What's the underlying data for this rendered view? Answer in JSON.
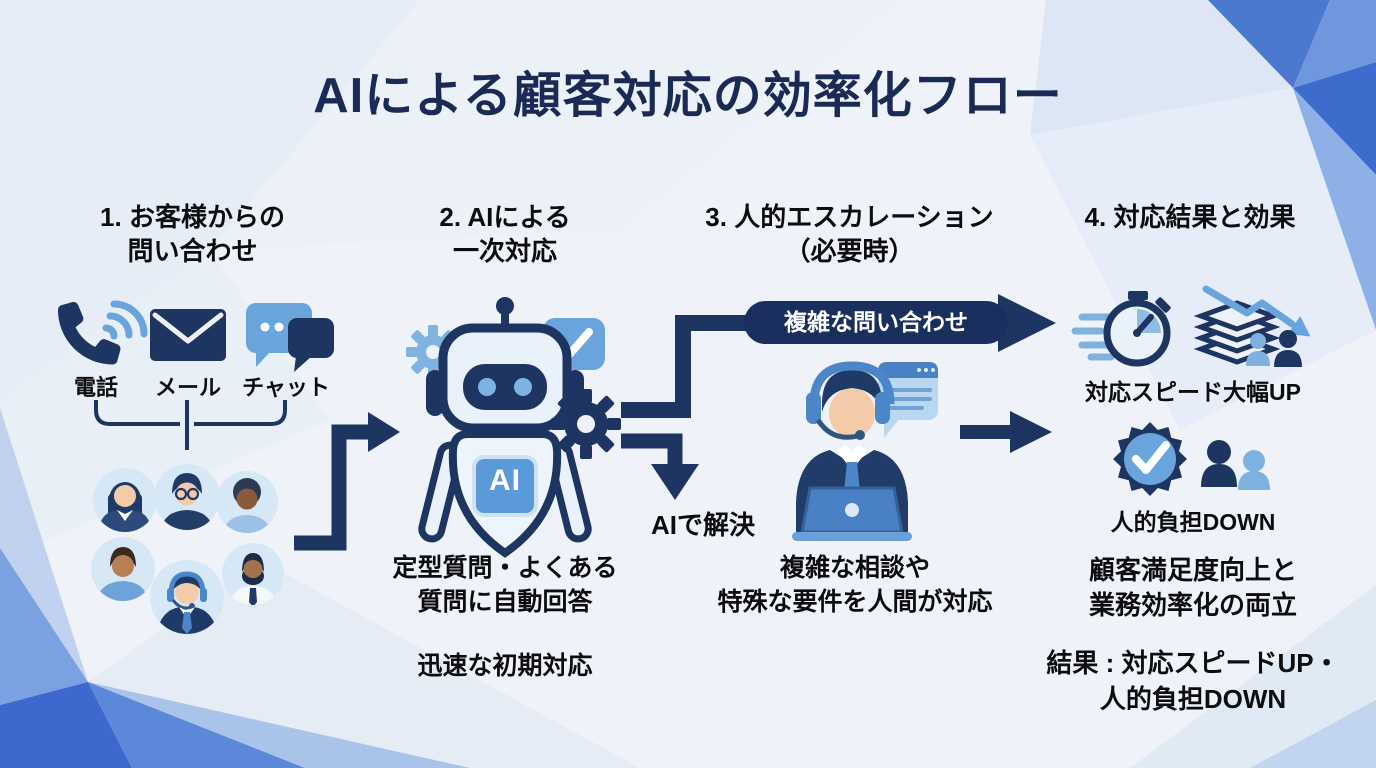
{
  "title": "AIによる顧客対応の効率化フロー",
  "steps": {
    "step1": {
      "line1": "1. お客様からの",
      "line2": "問い合わせ"
    },
    "step2": {
      "line1": "2. AIによる",
      "line2": "一次対応"
    },
    "step3": {
      "line1": "3. 人的エスカレーション",
      "line2": "（必要時）"
    },
    "step4": {
      "line1": "4. 対応結果と効果"
    }
  },
  "channels": {
    "phone": "電話",
    "mail": "メール",
    "chat": "チャット"
  },
  "robot": {
    "badge": "AI"
  },
  "branches": {
    "escalation_label": "複雑な問い合わせ",
    "resolved_label": "AIで解決"
  },
  "captions": {
    "step2_main_line1": "定型質問・よくある",
    "step2_main_line2": "質問に自動回答",
    "step2_sub": "迅速な初期対応",
    "step3_main_line1": "複雑な相談や",
    "step3_main_line2": "特殊な要件を人間が対応",
    "step4_speed": "対応スピード大幅UP",
    "step4_load": "人的負担DOWN",
    "step4_main_line1": "顧客満足度向上と",
    "step4_main_line2": "業務効率化の両立",
    "step4_result_line1": "結果 : 対応スピードUP・",
    "step4_result_line2": "人的負担DOWN"
  },
  "colors": {
    "navy": "#1b2f5e",
    "blue": "#4a80c4",
    "light_blue": "#7db1e0",
    "accent_badge": "#5a9ad8",
    "bg": "#eff3f9"
  }
}
